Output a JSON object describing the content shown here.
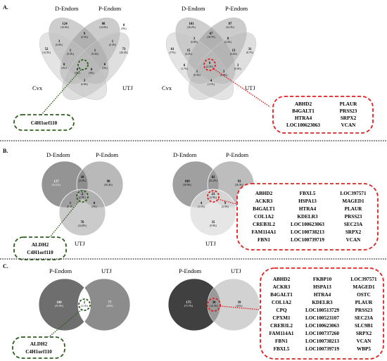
{
  "panels": {
    "A": {
      "letter": "A.",
      "left": {
        "labels": {
          "d_endom": "D-Endom",
          "p_endom": "P-Endom",
          "cvx": "Cvx",
          "utj": "UTJ"
        },
        "regions": [
          {
            "count": "124",
            "pct": "(16.6%)"
          },
          {
            "count": "88",
            "pct": "(14.6%)"
          },
          {
            "count": "52",
            "pct": "(14.5%)"
          },
          {
            "count": "9",
            "pct": "(2.5%)"
          },
          {
            "count": "0",
            "pct": "(0%)"
          },
          {
            "count": "73",
            "pct": "(20.4%)"
          },
          {
            "count": "3",
            "pct": "(0.8%)"
          },
          {
            "count": "1",
            "pct": "(0.3%)"
          },
          {
            "count": "1",
            "pct": "(0.3%)"
          },
          {
            "count": "1",
            "pct": "(0.3%)"
          },
          {
            "count": "0",
            "pct": "(0%)"
          },
          {
            "count": "0",
            "pct": "(0%)"
          },
          {
            "count": "0",
            "pct": "(0%)"
          },
          {
            "count": "0",
            "pct": "(0%)"
          },
          {
            "count": "3",
            "pct": "(0.8%)"
          }
        ]
      },
      "right": {
        "labels": {
          "d_endom": "D-Endom",
          "p_endom": "P-Endom",
          "cvx": "Cvx",
          "utj": "UTJ"
        },
        "regions": [
          {
            "count": "101",
            "pct": "(28.2%)"
          },
          {
            "count": "87",
            "pct": "(24.3%)"
          },
          {
            "count": "61",
            "pct": "(17%)"
          },
          {
            "count": "3",
            "pct": "(0.8%)"
          },
          {
            "count": "67",
            "pct": "(18.7%)"
          },
          {
            "count": "8",
            "pct": "(2.2%)"
          },
          {
            "count": "31",
            "pct": "(8.7%)"
          },
          {
            "count": "15",
            "pct": "(4.2%)"
          },
          {
            "count": "13",
            "pct": "(3.6%)"
          },
          {
            "count": "6",
            "pct": "(1.7%)"
          },
          {
            "count": "9",
            "pct": "(2.5%)"
          },
          {
            "count": "3",
            "pct": "(0.8%)"
          },
          {
            "count": "1",
            "pct": "(0.3%)"
          },
          {
            "count": "4",
            "pct": "(1.1%)"
          },
          {
            "count": "3",
            "pct": "(0.8%)"
          }
        ]
      },
      "green_genes": [
        "C4H1orf110"
      ],
      "red_genes": [
        [
          "ABHD2",
          "PLAUR"
        ],
        [
          "B4GALT1",
          "PRSS23"
        ],
        [
          "HTRA4",
          "SRPX2"
        ],
        [
          "LOC100623063",
          "VCAN"
        ]
      ]
    },
    "B": {
      "letter": "B.",
      "left": {
        "labels": {
          "d_endom": "D-Endom",
          "p_endom": "P-Endom",
          "utj": "UTJ"
        },
        "regions": [
          {
            "count": "127",
            "pct": "(41.1%)"
          },
          {
            "count": "10",
            "pct": "(3.2%)"
          },
          {
            "count": "90",
            "pct": "(29.4%)"
          },
          {
            "count": "2",
            "pct": "(0.6%)"
          },
          {
            "count": "1",
            "pct": "(0.3%)"
          },
          {
            "count": "0",
            "pct": "(0%)"
          },
          {
            "count": "76",
            "pct": "(24.8%)"
          }
        ]
      },
      "right": {
        "labels": {
          "d_endom": "D-Endom",
          "p_endom": "P-Endom",
          "utj": "UTJ"
        },
        "regions": [
          {
            "count": "109",
            "pct": "(30.9%)"
          },
          {
            "count": "82",
            "pct": "(23.2%)"
          },
          {
            "count": "93",
            "pct": "(26.3%)"
          },
          {
            "count": "21",
            "pct": "(5.9%)"
          },
          {
            "count": "4",
            "pct": "(1.1%)"
          },
          {
            "count": "9",
            "pct": "(2.5%)"
          },
          {
            "count": "35",
            "pct": "(9.9%)"
          }
        ]
      },
      "green_genes": [
        "ALDH2",
        "C4H1orf110"
      ],
      "red_genes": [
        [
          "ABHD2",
          "FBXL5",
          "LOC397571"
        ],
        [
          "ACKR3",
          "HSPA13",
          "MAGED1"
        ],
        [
          "B4GALT1",
          "HTRA4",
          "PLAUR"
        ],
        [
          "COL1A2",
          "KDELR3",
          "PRSS23"
        ],
        [
          "CREB3L2",
          "LOC100623063",
          "SEC23A"
        ],
        [
          "FAM114A1",
          "LOC100738213",
          "SRPX2"
        ],
        [
          "FBN1",
          "LOC100739719",
          "VCAN"
        ]
      ]
    },
    "C": {
      "letter": "C.",
      "left": {
        "labels": {
          "p_endom": "P-Endom",
          "utj": "UTJ"
        },
        "regions": [
          {
            "count": "100",
            "pct": "(55.9%)"
          },
          {
            "count": "2",
            "pct": "(1.1%)"
          },
          {
            "count": "77",
            "pct": "(43%)"
          }
        ]
      },
      "right": {
        "labels": {
          "p_endom": "P-Endom",
          "utj": "UTJ"
        },
        "regions": [
          {
            "count": "175",
            "pct": "(71.7%)"
          },
          {
            "count": "30",
            "pct": "(12.3%)"
          },
          {
            "count": "39",
            "pct": "(16%)"
          }
        ]
      },
      "green_genes": [
        "ALDH2",
        "C4H1orf110"
      ],
      "red_genes": [
        [
          "ABHD2",
          "FKBP10",
          "LOC397571"
        ],
        [
          "ACKR3",
          "HSPA13",
          "MAGED1"
        ],
        [
          "B4GALT1",
          "HTRA4",
          "OSTC"
        ],
        [
          "COL1A2",
          "KDELR3",
          "PLAUR"
        ],
        [
          "CPQ",
          "LOC100513729",
          "PRSS23"
        ],
        [
          "CPXM1",
          "LOC100523107",
          "SEC23A"
        ],
        [
          "CREB3L2",
          "LOC100623063",
          "SLC9B1"
        ],
        [
          "FAM114A1",
          "LOC100737260",
          "SRPX2"
        ],
        [
          "FBN1",
          "LOC100738213",
          "VCAN"
        ],
        [
          "FBXL5",
          "LOC100739719",
          "WBP5"
        ]
      ]
    }
  },
  "colors": {
    "highlight_green": "#2e5e1e",
    "highlight_red": "#e02020",
    "venn_dark": "#4a4a4a",
    "venn_mid": "#8c8c8c",
    "venn_light": "#cfcfcf"
  }
}
